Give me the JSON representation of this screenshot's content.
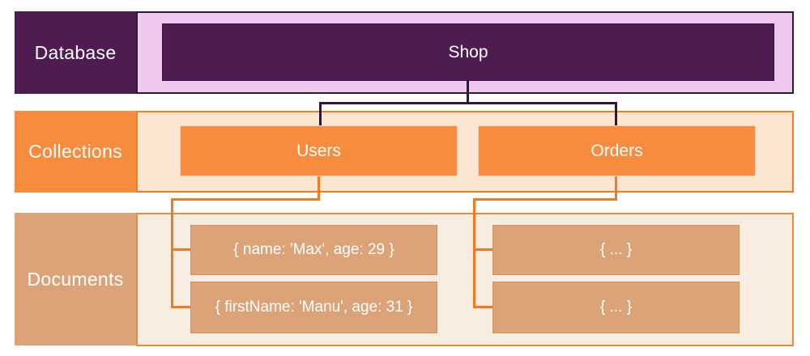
{
  "rows": [
    {
      "label": "Database"
    },
    {
      "label": "Collections"
    },
    {
      "label": "Documents"
    }
  ],
  "database": {
    "name": "Shop"
  },
  "collections": [
    {
      "name": "Users"
    },
    {
      "name": "Orders"
    }
  ],
  "documents": {
    "users": [
      "{ name: 'Max', age: 29 }",
      "{ firstName: 'Manu', age: 31 }"
    ],
    "orders": [
      "{ ... }",
      "{ ... }"
    ]
  },
  "colors": {
    "database_fill": "#4E1C51",
    "database_band": "#F0C7EF",
    "database_band_border": "#2E1A33",
    "collection_fill": "#F78C3E",
    "collection_band": "#FCE6D2",
    "collection_band_border": "#F07E22",
    "document_fill": "#DBA377",
    "document_band": "#F9ECE1",
    "document_band_border": "#E78B3F",
    "connector_dark": "#2C1838",
    "connector_orange": "#F5791F",
    "text": "#FFFFFF"
  }
}
